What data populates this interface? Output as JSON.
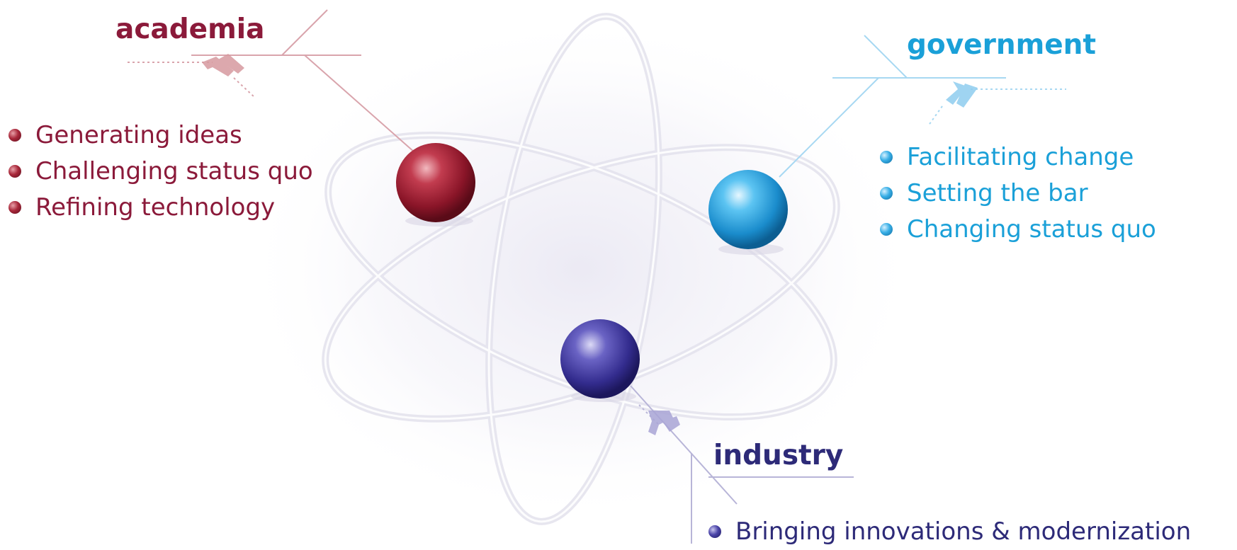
{
  "academia": {
    "title": "academia",
    "color": "#8b1a3a",
    "items": [
      "Generating ideas",
      "Challenging status quo",
      "Refining technology"
    ]
  },
  "government": {
    "title": "government",
    "color": "#1aa0d8",
    "items": [
      "Facilitating change",
      "Setting the bar",
      "Changing status quo"
    ]
  },
  "industry": {
    "title": "industry",
    "color": "#2d2a78",
    "items": [
      "Bringing innovations & modernization"
    ]
  }
}
